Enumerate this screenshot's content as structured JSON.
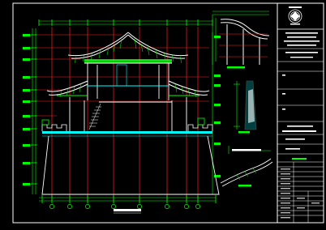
{
  "window": {
    "width": 402,
    "height": 284,
    "background": "#000000"
  },
  "colors": {
    "frame": "#ffffff",
    "dimension": "#00ff00",
    "axis": "#ff0000",
    "roof": "#ffffff",
    "slab": "#00ffff",
    "title_strip": "#ffffff",
    "bright_strip": "#00ff00",
    "muted_strip": "#bbbbbb"
  },
  "drawing": {
    "main_elevation": {},
    "roof_detail": {},
    "column_section": {},
    "eave_detail": {}
  },
  "title_block": {
    "logo_icon": "seal-logo",
    "rows": 31
  }
}
